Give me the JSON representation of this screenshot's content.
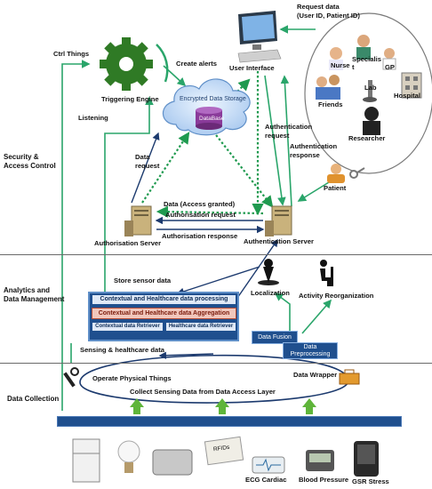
{
  "layers": {
    "security": "Security &\nAccess Control",
    "analytics": "Analytics and\nData Management",
    "collection": "Data Collection"
  },
  "top": {
    "request_data": "Request data\n(User ID, Patient ID)",
    "user_interface": "User Interface",
    "ctrl_things": "Ctrl Things",
    "create_alerts": "Create alerts",
    "triggering_engine": "Triggering Engine",
    "listening": "Listening",
    "encrypted_storage": "Encrypted Data Storage",
    "database": "DataBase",
    "data_request": "Data\nrequest",
    "auth_request": "Authentication\nrequest",
    "auth_response": "Authentication\nresponse",
    "data_access_granted": "Data (Access granted)",
    "authorisation_request": "Authorisation request",
    "authorisation_response": "Authorisation response",
    "authorisation_server": "Authorisation Server",
    "authentication_server": "Authentication Server",
    "patient": "Patient"
  },
  "stakeholders": {
    "nurse": "Nurse",
    "specialist": "Specialis\nt",
    "gp": "GP",
    "friends": "Friends",
    "lab": "Lab",
    "hospital": "Hospital",
    "researcher": "Researcher"
  },
  "analytics": {
    "store_sensor_data": "Store sensor data",
    "localization": "Localization",
    "activity_reorganization": "Activity Reorganization",
    "contextual_processing": "Contextual and Healthcare data processing",
    "contextual_aggregation": "Contextual and Healthcare data Aggregation",
    "contextual_retriever": "Contextual data Retriever",
    "healthcare_retriever": "Healthcare data  Retriever",
    "data_fusion": "Data Fusion",
    "data_preprocessing": "Data\nPreprocessing",
    "sensing_healthcare": "Sensing & healthcare data"
  },
  "collection": {
    "operate_physical": "Operate Physical Things",
    "data_wrapper": "Data Wrapper",
    "collect_sensing": "Collect Sensing Data from Data Access Layer",
    "rfids": "RFIDs",
    "ecg_cardiac": "ECG Cardiac",
    "blood_pressure": "Blood Pressure",
    "gsr_stress": "GSR Stress"
  },
  "colors": {
    "flow": "#2aa56a",
    "dotted": "#1f9a4f",
    "dark_arrow": "#1c3a6e",
    "box_blue": "#1f4f8e",
    "gear": "#2f7a25",
    "up_arrow": "#5fb53a"
  },
  "icons": [
    "gear-icon",
    "cloud-icon",
    "database-icon",
    "monitor-icon",
    "server-icon",
    "patient-icon",
    "key-icon",
    "localization-icon",
    "activity-icon",
    "wrench-icon",
    "toolbox-icon",
    "fridge-icon",
    "bulb-icon",
    "toaster-icon",
    "rfid-icon",
    "ecg-icon",
    "blood-pressure-icon",
    "gsr-icon"
  ]
}
